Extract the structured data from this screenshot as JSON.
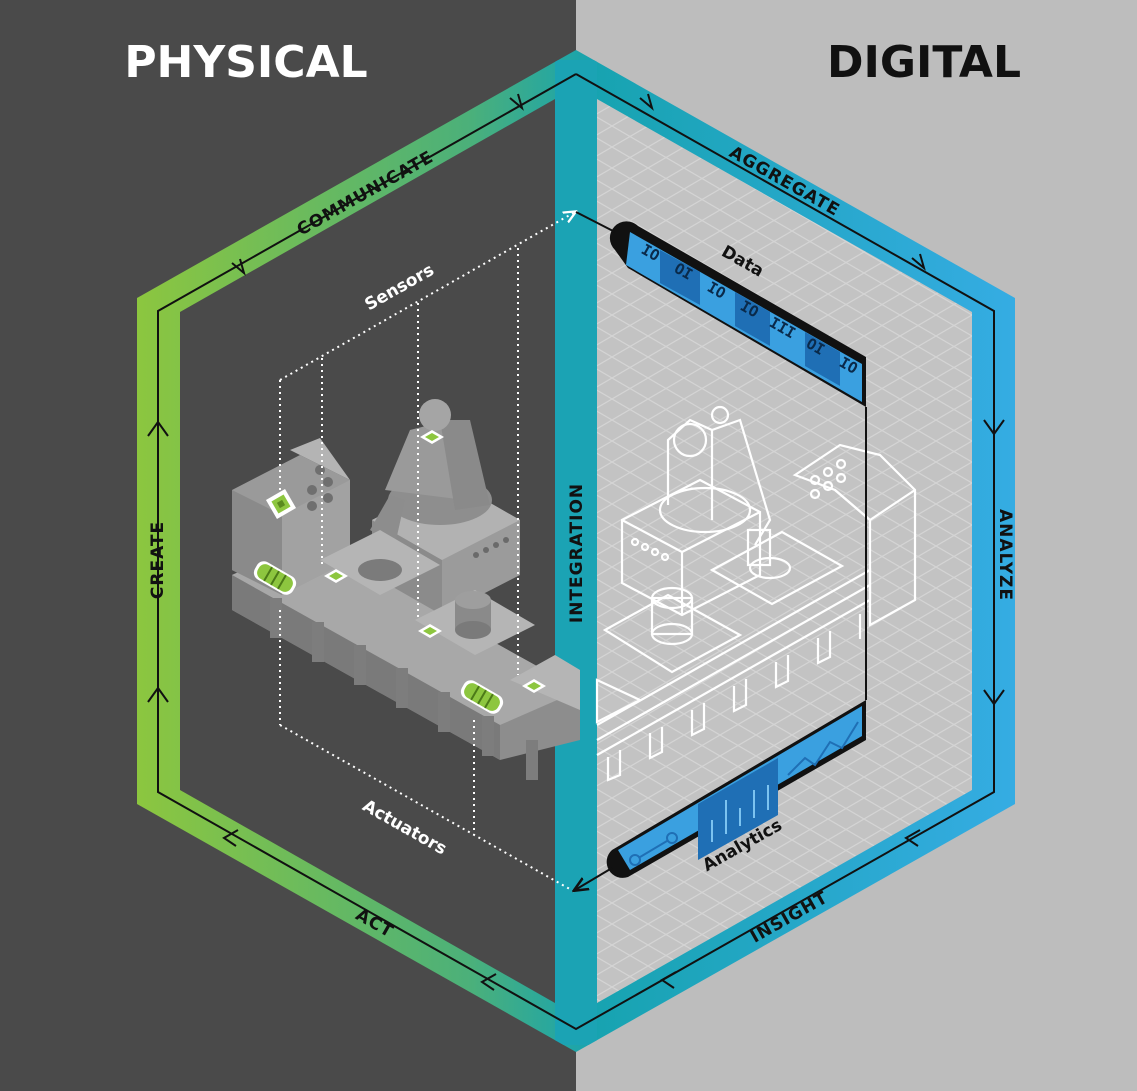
{
  "panels": {
    "physical_title": "PHYSICAL",
    "digital_title": "DIGITAL"
  },
  "cycle": {
    "communicate": "COMMUNICATE",
    "aggregate": "AGGREGATE",
    "analyze": "ANALYZE",
    "insight": "INSIGHT",
    "act": "ACT",
    "create": "CREATE",
    "integration": "INTEGRATION"
  },
  "labels": {
    "sensors": "Sensors",
    "actuators": "Actuators",
    "data": "Data",
    "analytics": "Analytics"
  },
  "data_bits": [
    "IO",
    "OI",
    "IO",
    "IO",
    "III",
    "OI",
    "IO"
  ],
  "colors": {
    "physical_bg": "#4a4a4a",
    "digital_bg": "#bdbdbd",
    "physical_ring": "#8cc63f",
    "digital_ring": "#29abe2",
    "integration_band": "#1ba3b4",
    "sensor_accent": "#8dc63f",
    "data_pipe": "#1f6fb5",
    "data_pipe_light": "#3aa0e0"
  },
  "icons": [
    "sensor-icon",
    "actuator-icon",
    "flow-arrow-icon",
    "node-link-icon",
    "bar-chart-icon",
    "line-chart-icon"
  ]
}
